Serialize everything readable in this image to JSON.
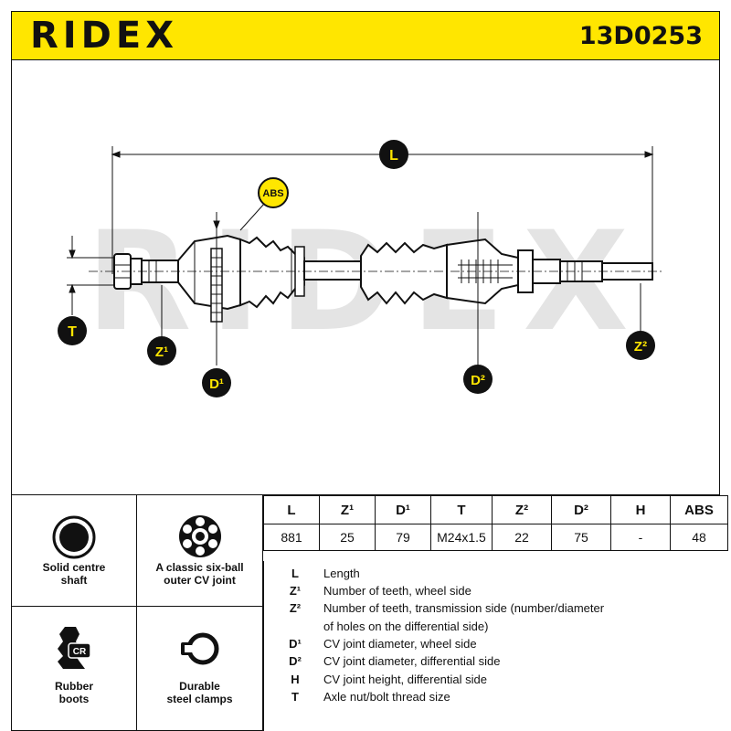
{
  "header": {
    "brand": "RIDEX",
    "part_number": "13D0253",
    "brand_color": "#ffe600"
  },
  "drawing": {
    "watermark": "RIDEX",
    "callouts": {
      "L": "L",
      "ABS": "ABS",
      "T": "T",
      "Z1": "Z¹",
      "D1": "D¹",
      "D2": "D²",
      "Z2": "Z²"
    },
    "callout_color": "#ffe600"
  },
  "features": [
    {
      "label": "Solid centre\nshaft",
      "icon": "solid-shaft-icon"
    },
    {
      "label": "A classic six-ball\nouter CV joint",
      "icon": "six-ball-joint-icon"
    },
    {
      "label": "Rubber\nboots",
      "icon": "cr-boot-icon",
      "badge": "CR"
    },
    {
      "label": "Durable\nsteel clamps",
      "icon": "steel-clamp-icon"
    }
  ],
  "specs": {
    "headers": [
      "L",
      "Z¹",
      "D¹",
      "T",
      "Z²",
      "D²",
      "H",
      "ABS"
    ],
    "values": [
      "881",
      "25",
      "79",
      "M24x1.5",
      "22",
      "75",
      "-",
      "48"
    ]
  },
  "legend": [
    {
      "sym": "L",
      "text": "Length"
    },
    {
      "sym": "Z¹",
      "text": "Number of teeth, wheel side"
    },
    {
      "sym": "Z²",
      "text": "Number of teeth, transmission side (number/diameter",
      "cont": "of holes on the differential side)"
    },
    {
      "sym": "D¹",
      "text": "CV joint diameter, wheel side"
    },
    {
      "sym": "D²",
      "text": "CV joint diameter, differential side"
    },
    {
      "sym": "H",
      "text": "CV joint height, differential side"
    },
    {
      "sym": "T",
      "text": "Axle nut/bolt thread size"
    }
  ]
}
